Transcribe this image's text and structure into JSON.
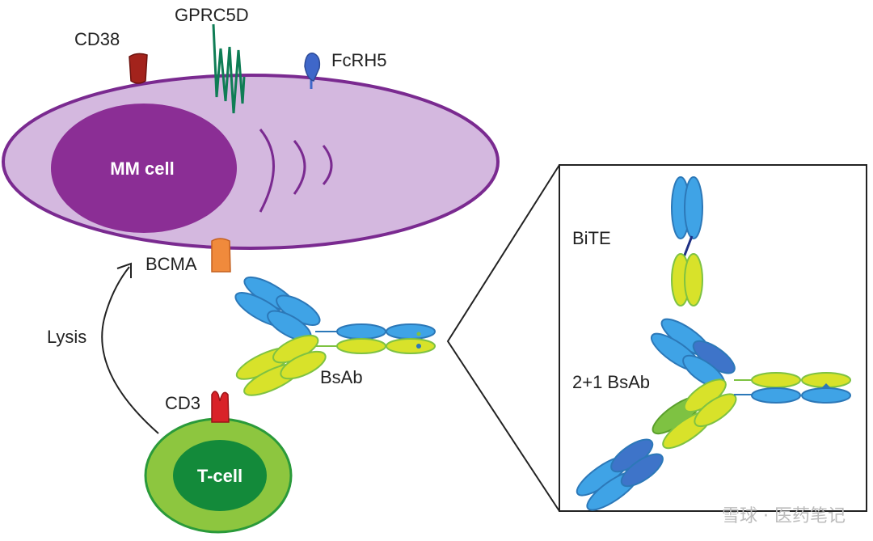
{
  "mm_cell": {
    "label": "MM cell"
  },
  "t_cell": {
    "label": "T-cell"
  },
  "receptors": {
    "cd38": "CD38",
    "gprc5d": "GPRC5D",
    "fcrh5": "FcRH5",
    "bcma": "BCMA",
    "cd3": "CD3"
  },
  "arrow_label": "Lysis",
  "bsab_label": "BsAb",
  "inset": {
    "bite_label": "BiTE",
    "bsab21_label": "2+1 BsAb"
  },
  "watermark": "雪球 · 医药笔记",
  "colors": {
    "mm_cytoplasm": "#d4b8df",
    "mm_outline": "#7a2a90",
    "mm_nucleus": "#8b2e95",
    "t_outer": "#8dc63f",
    "t_outline": "#2a9a3a",
    "t_nucleus": "#138a3a",
    "cd38": "#a3231c",
    "gprc5d": "#0f7d55",
    "fcrh5": "#3f67c9",
    "bcma": "#f08a3c",
    "cd3": "#d92228",
    "ab_blue": "#3fa3e6",
    "ab_darkblue": "#3e74c9",
    "ab_yellow": "#d8e22a",
    "ab_green": "#7ec242",
    "linker": "#1e2f84"
  }
}
